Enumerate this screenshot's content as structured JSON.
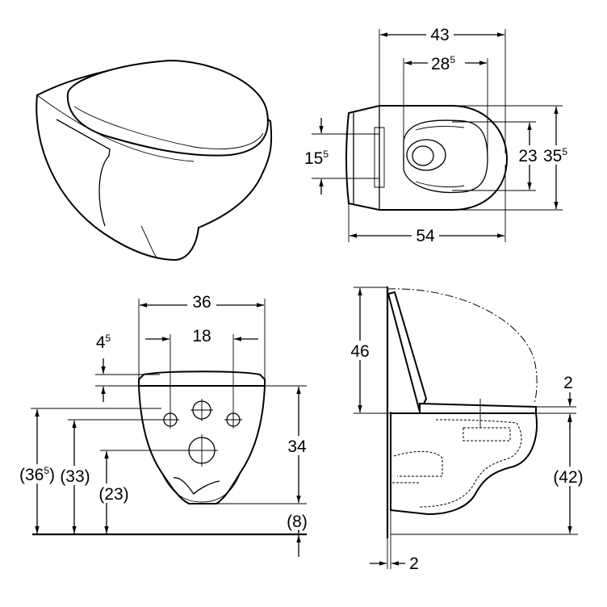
{
  "top_view": {
    "width_outer": {
      "main": "43",
      "sup": ""
    },
    "width_inner": {
      "main": "28",
      "sup": "5"
    },
    "fixing_spacing": {
      "main": "15",
      "sup": "5"
    },
    "bowl_opening": {
      "main": "23",
      "sup": ""
    },
    "overall_width": {
      "main": "35",
      "sup": "5"
    },
    "depth": {
      "main": "54",
      "sup": ""
    }
  },
  "front_view": {
    "overall_width": {
      "main": "36",
      "sup": ""
    },
    "bolt_spacing": {
      "main": "18",
      "sup": ""
    },
    "top_offset": {
      "main": "4",
      "sup": "5"
    },
    "body_height": {
      "main": "34",
      "sup": ""
    },
    "height_overall": {
      "main": "(36",
      "sup": "5",
      "tail": ")"
    },
    "height_bolts": {
      "main": "(33)",
      "sup": ""
    },
    "height_outlet": {
      "main": "(23)",
      "sup": ""
    },
    "bottom_clearance": {
      "main": "(8)",
      "sup": ""
    }
  },
  "side_view": {
    "lid_height": {
      "main": "46",
      "sup": ""
    },
    "seat_gap": {
      "main": "2",
      "sup": ""
    },
    "rim_height": {
      "main": "(42)",
      "sup": ""
    },
    "wall_gap": {
      "main": "2",
      "sup": ""
    }
  }
}
